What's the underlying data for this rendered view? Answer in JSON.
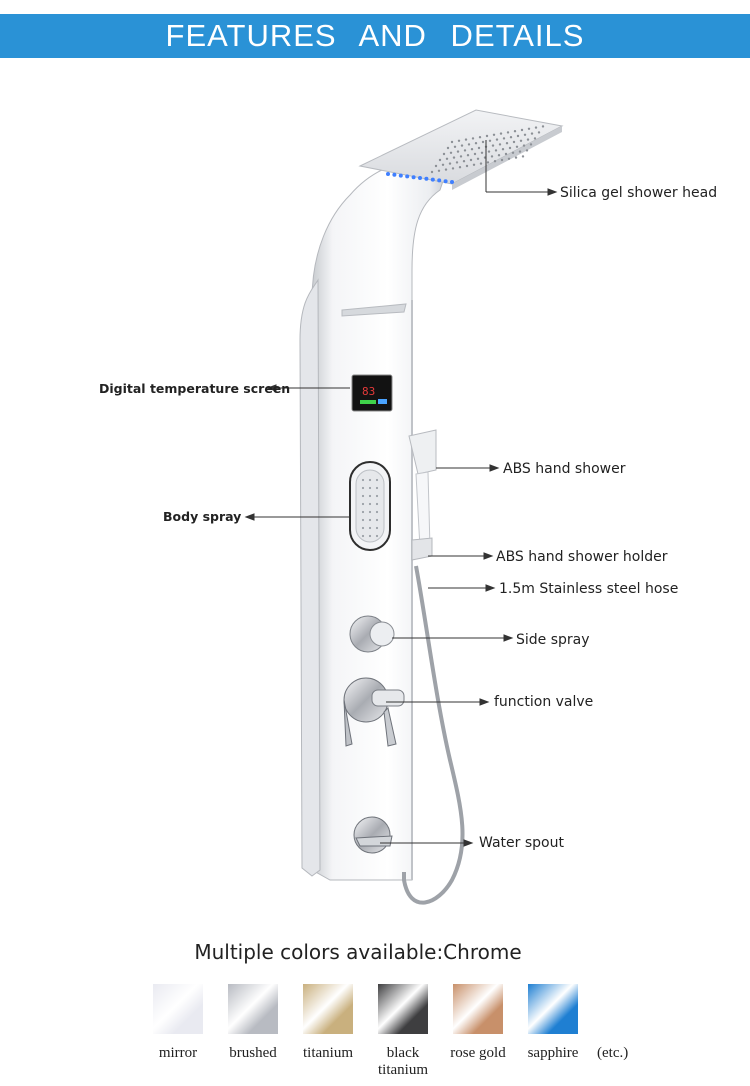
{
  "header": {
    "title": "FEATURES AND DETAILS"
  },
  "callouts": {
    "shower_head": "Silica gel shower head",
    "temp_screen": "Digital temperature screen",
    "hand_shower": "ABS hand shower",
    "body_spray": "Body spray",
    "holder": "ABS hand shower holder",
    "hose": "1.5m Stainless steel hose",
    "side_spray": "Side spray",
    "function_valve": "function valve",
    "water_spout": "Water spout"
  },
  "display": {
    "reading": "83"
  },
  "colors": {
    "title": "Multiple colors available:Chrome",
    "options": [
      {
        "label": "mirror",
        "color": "#e9eaf1"
      },
      {
        "label": "brushed",
        "color": "#b8bbc2"
      },
      {
        "label": "titanium",
        "color": "#c9b07e"
      },
      {
        "label": "black titanium",
        "color": "#3e3e40"
      },
      {
        "label": "rose gold",
        "color": "#c8906a"
      },
      {
        "label": "sapphire",
        "color": "#1f7fd2"
      }
    ],
    "etc": "(etc.)"
  }
}
